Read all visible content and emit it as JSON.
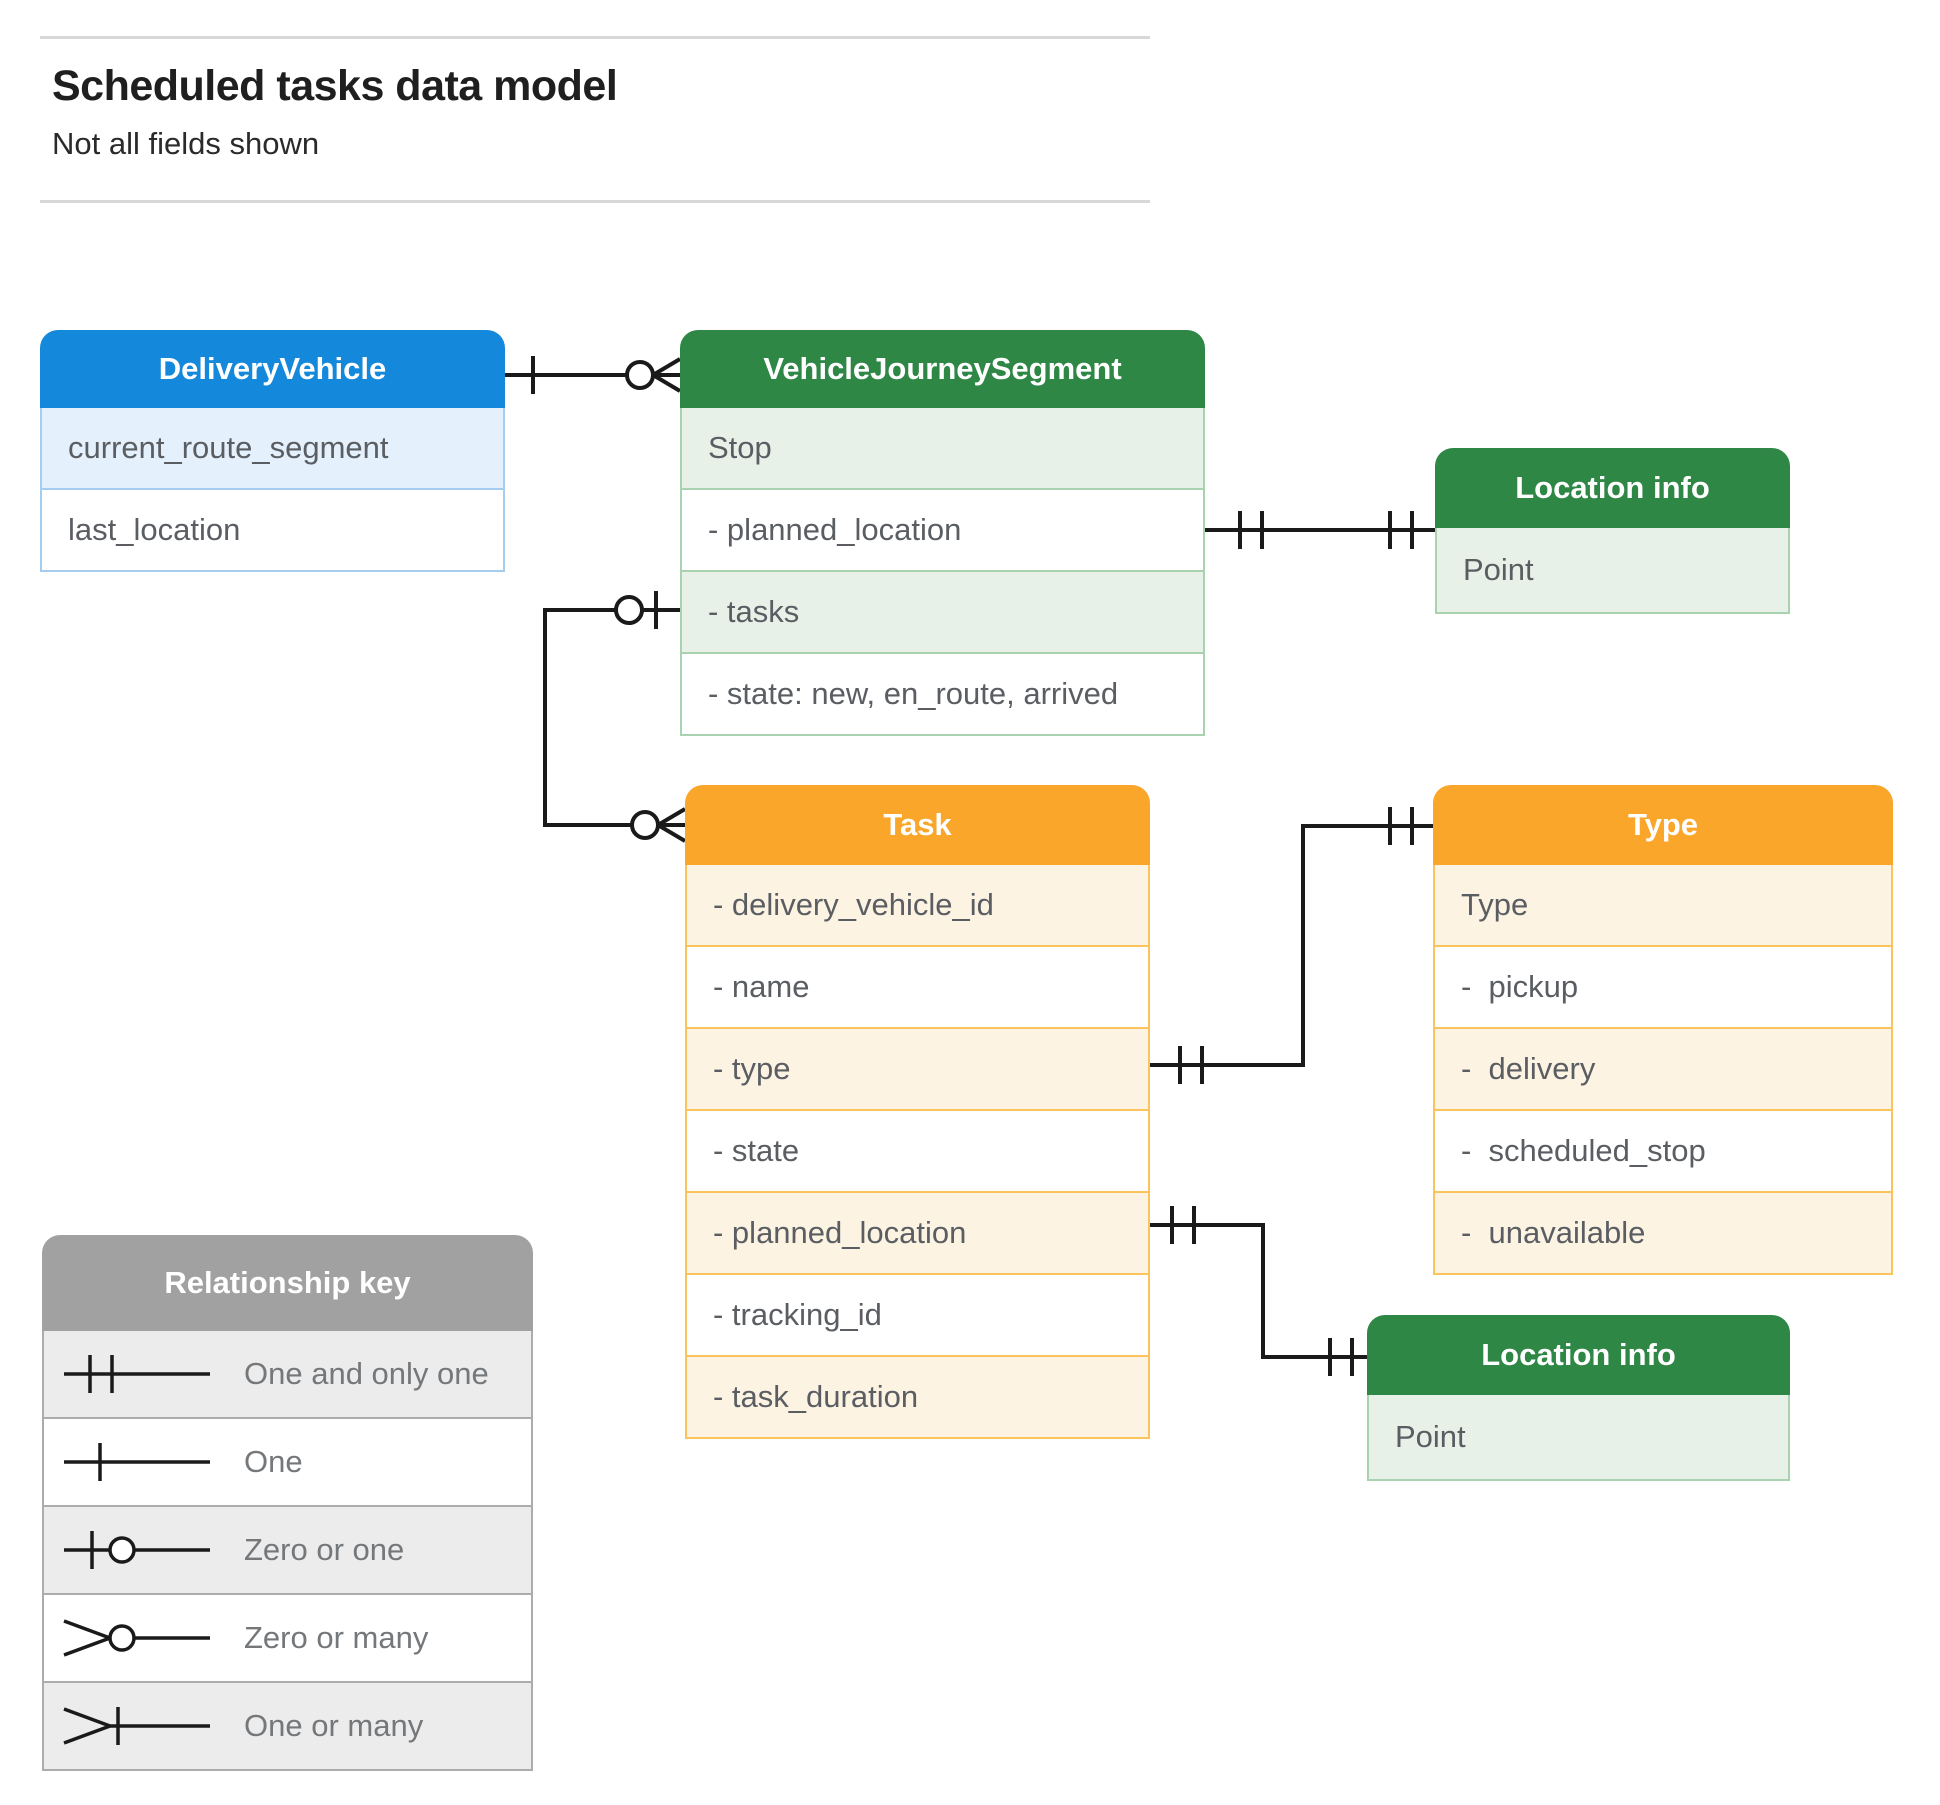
{
  "page": {
    "title": "Scheduled tasks data model",
    "subtitle": "Not all fields shown"
  },
  "entities": {
    "delivery_vehicle": {
      "title": "DeliveryVehicle",
      "fields": [
        "current_route_segment",
        "last_location"
      ]
    },
    "vehicle_journey_segment": {
      "title": "VehicleJourneySegment",
      "fields": [
        "Stop",
        "- planned_location",
        "- tasks",
        "- state: new, en_route, arrived"
      ]
    },
    "location_info_top": {
      "title": "Location info",
      "fields": [
        "Point"
      ]
    },
    "task": {
      "title": "Task",
      "fields": [
        "- delivery_vehicle_id",
        "- name",
        "- type",
        "- state",
        "- planned_location",
        "- tracking_id",
        "- task_duration"
      ]
    },
    "type": {
      "title": "Type",
      "fields": [
        "Type",
        "-  pickup",
        "-  delivery",
        "-  scheduled_stop",
        "-  unavailable"
      ]
    },
    "location_info_bottom": {
      "title": "Location info",
      "fields": [
        "Point"
      ]
    }
  },
  "relationships": [
    {
      "from": "DeliveryVehicle",
      "to": "VehicleJourneySegment",
      "from_end": "one",
      "to_end": "zero-or-many"
    },
    {
      "from": "VehicleJourneySegment.planned_location",
      "to": "Location info (top)",
      "from_end": "one-and-only-one",
      "to_end": "one-and-only-one"
    },
    {
      "from": "VehicleJourneySegment.tasks",
      "to": "Task",
      "from_end": "zero-or-one",
      "to_end": "zero-or-many"
    },
    {
      "from": "Task.type",
      "to": "Type",
      "from_end": "one-and-only-one",
      "to_end": "one-and-only-one"
    },
    {
      "from": "Task.planned_location",
      "to": "Location info (bottom)",
      "from_end": "one-and-only-one",
      "to_end": "one-and-only-one"
    }
  ],
  "legend": {
    "title": "Relationship key",
    "rows": [
      {
        "label": "One and only one",
        "symbol": "one-and-only-one"
      },
      {
        "label": "One",
        "symbol": "one"
      },
      {
        "label": "Zero or one",
        "symbol": "zero-or-one"
      },
      {
        "label": "Zero or many",
        "symbol": "zero-or-many"
      },
      {
        "label": "One or many",
        "symbol": "one-or-many"
      }
    ]
  },
  "colors": {
    "blue_header": "#1488db",
    "blue_tint": "#e4f0fb",
    "blue_border": "#a6cdef",
    "green_header": "#2e8745",
    "green_tint": "#e7f1e8",
    "green_border": "#a9d3b0",
    "orange_header": "#f9a62b",
    "orange_tint": "#fdf3e2",
    "orange_border": "#fbc35c",
    "gray_header": "#a1a1a1",
    "gray_tint": "#ececec",
    "gray_border": "#acacac",
    "connector": "#1a1a1a",
    "field_text": "#5a5e63",
    "separator": "#d8d8d8"
  }
}
